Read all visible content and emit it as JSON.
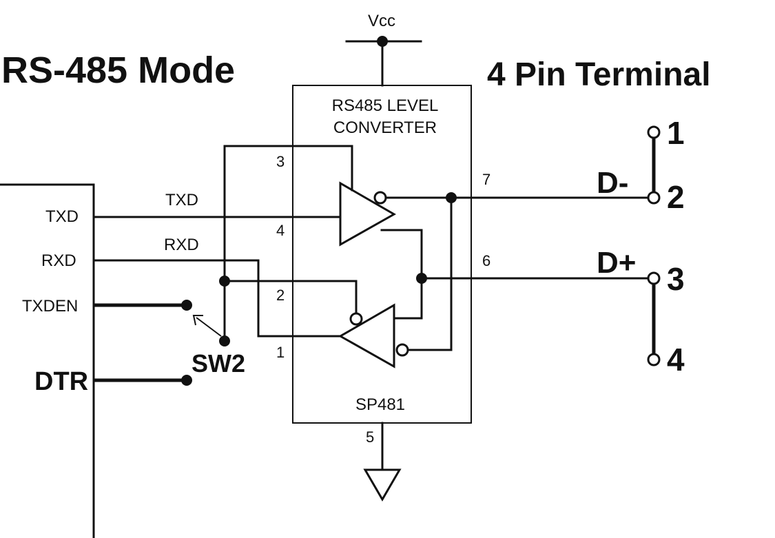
{
  "title": "RS-485 Mode",
  "terminal_title": "4 Pin Terminal",
  "vcc": "Vcc",
  "ic": {
    "label_line1": "RS485 LEVEL",
    "label_line2": "CONVERTER",
    "part": "SP481",
    "pins": [
      "1",
      "2",
      "3",
      "4",
      "5",
      "6",
      "7"
    ]
  },
  "signals": {
    "txd_left": "TXD",
    "rxd_left": "RXD",
    "txden": "TXDEN",
    "dtr": "DTR",
    "txd_wire": "TXD",
    "rxd_wire": "RXD",
    "switch": "SW2"
  },
  "terminal": {
    "d_minus": "D-",
    "d_plus": "D+",
    "pins": [
      "1",
      "2",
      "3",
      "4"
    ]
  }
}
